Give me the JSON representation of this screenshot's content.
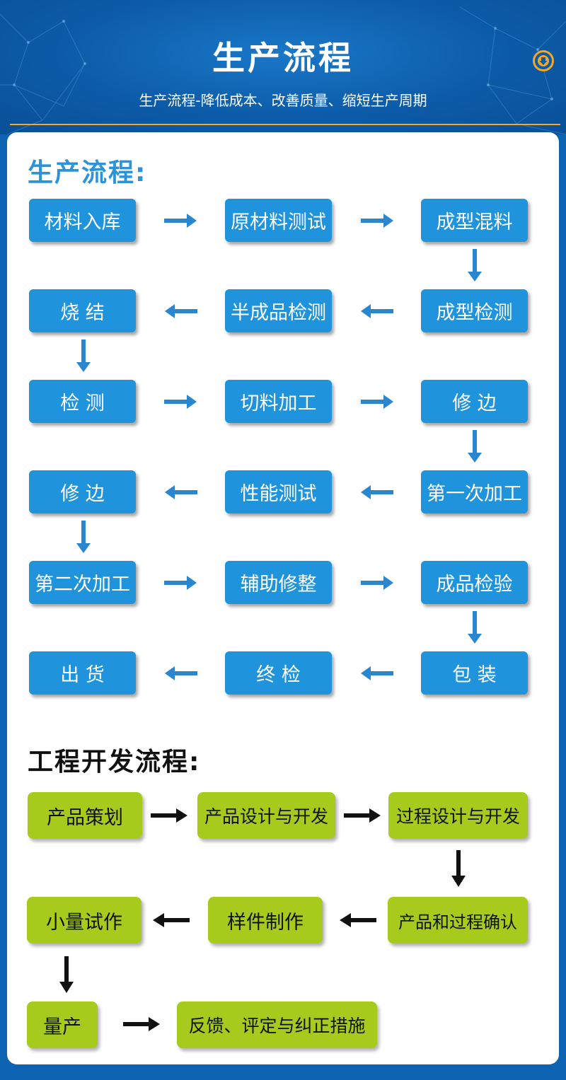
{
  "header": {
    "title": "生产流程",
    "subtitle": "生产流程-降低成本、改善质量、缩短生产周期"
  },
  "production": {
    "title": "生产流程:",
    "steps": [
      "材料入库",
      "原材料测试",
      "成型混料",
      "烧 结",
      "半成品检测",
      "成型检测",
      "检 测",
      "切料加工",
      "修 边",
      "修 边",
      "性能测试",
      "第一次加工",
      "第二次加工",
      "辅助修整",
      "成品检验",
      "出 货",
      "终 检",
      "包 装"
    ],
    "colors": {
      "box": "#1f93dc",
      "arrow": "#2a86cf",
      "title": "#2c93d8"
    }
  },
  "engineering": {
    "title": "工程开发流程:",
    "steps": [
      "产品策划",
      "产品设计与开发",
      "过程设计与开发",
      "小量试作",
      "样件制作",
      "产品和过程确认",
      "量产",
      "反馈、评定与纠正措施"
    ],
    "colors": {
      "box": "#a6cb1d",
      "arrow": "#111111"
    }
  },
  "icons": {
    "down": "circle-down-arrow-icon",
    "arrow": "arrow-icon"
  }
}
